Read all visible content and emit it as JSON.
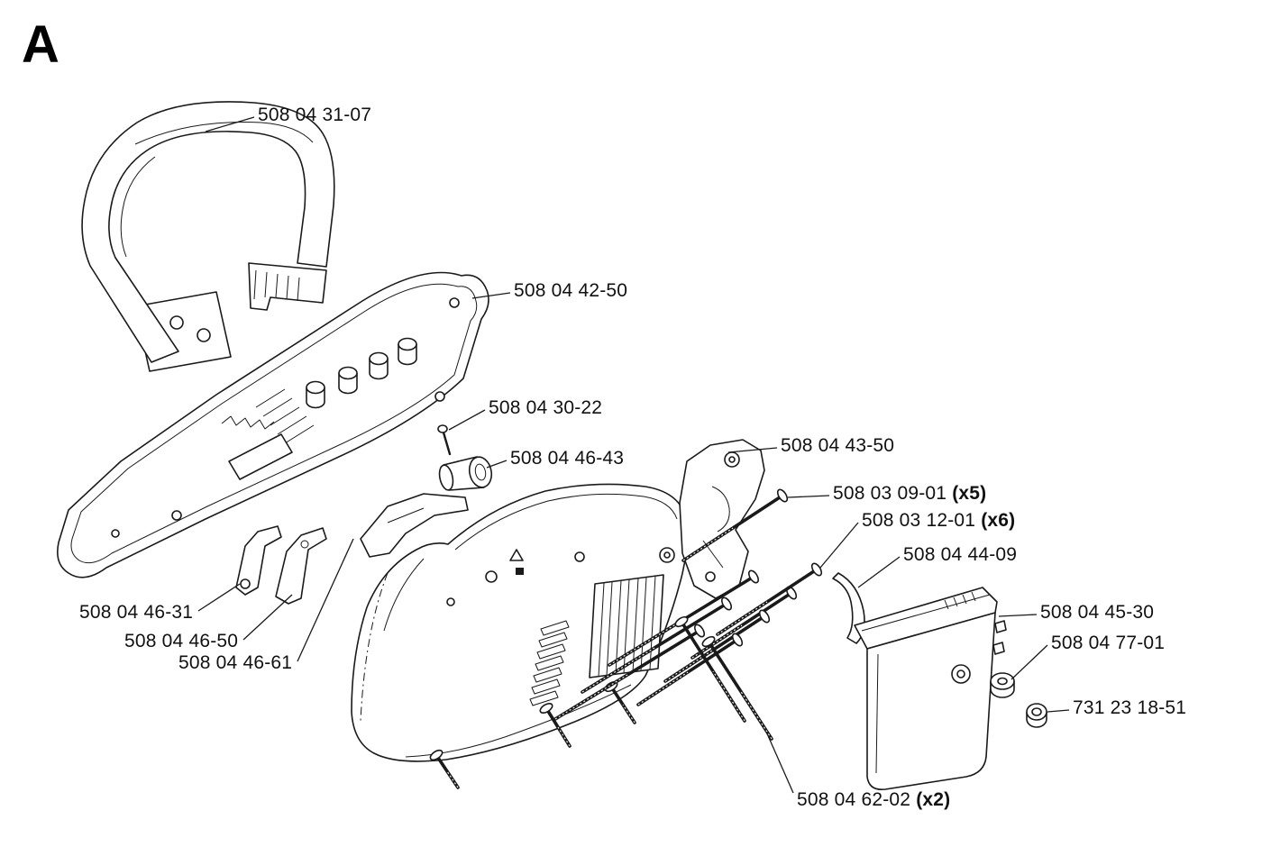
{
  "page": {
    "section_letter": "A",
    "background": "#ffffff",
    "line_color": "#1a1a1a",
    "text_color": "#111111"
  },
  "diagram": {
    "kind": "exploded-parts-diagram",
    "subject": "handle and housing assembly exploded view"
  },
  "labels": [
    {
      "part": "front-handle",
      "text": "508 04 31-07",
      "qty": ""
    },
    {
      "part": "top-housing",
      "text": "508 04 42-50",
      "qty": ""
    },
    {
      "part": "screw-small",
      "text": "508 04 30-22",
      "qty": ""
    },
    {
      "part": "damper-cylinder",
      "text": "508 04 46-43",
      "qty": ""
    },
    {
      "part": "brake-bracket",
      "text": "508 04 43-50",
      "qty": ""
    },
    {
      "part": "screw",
      "text": "508 03 09-01",
      "qty": " (x5)"
    },
    {
      "part": "screw",
      "text": "508 03 12-01",
      "qty": " (x6)"
    },
    {
      "part": "cover-strip",
      "text": "508 04 44-09",
      "qty": ""
    },
    {
      "part": "side-cover",
      "text": "508 04 45-30",
      "qty": ""
    },
    {
      "part": "grommet",
      "text": "508 04 77-01",
      "qty": ""
    },
    {
      "part": "nut",
      "text": "731 23 18-51",
      "qty": ""
    },
    {
      "part": "trigger",
      "text": "508 04 46-31",
      "qty": ""
    },
    {
      "part": "trigger-lever",
      "text": "508 04 46-50",
      "qty": ""
    },
    {
      "part": "throttle-lever",
      "text": "508 04 46-61",
      "qty": ""
    },
    {
      "part": "screw-long",
      "text": "508 04 62-02",
      "qty": " (x2)"
    }
  ]
}
